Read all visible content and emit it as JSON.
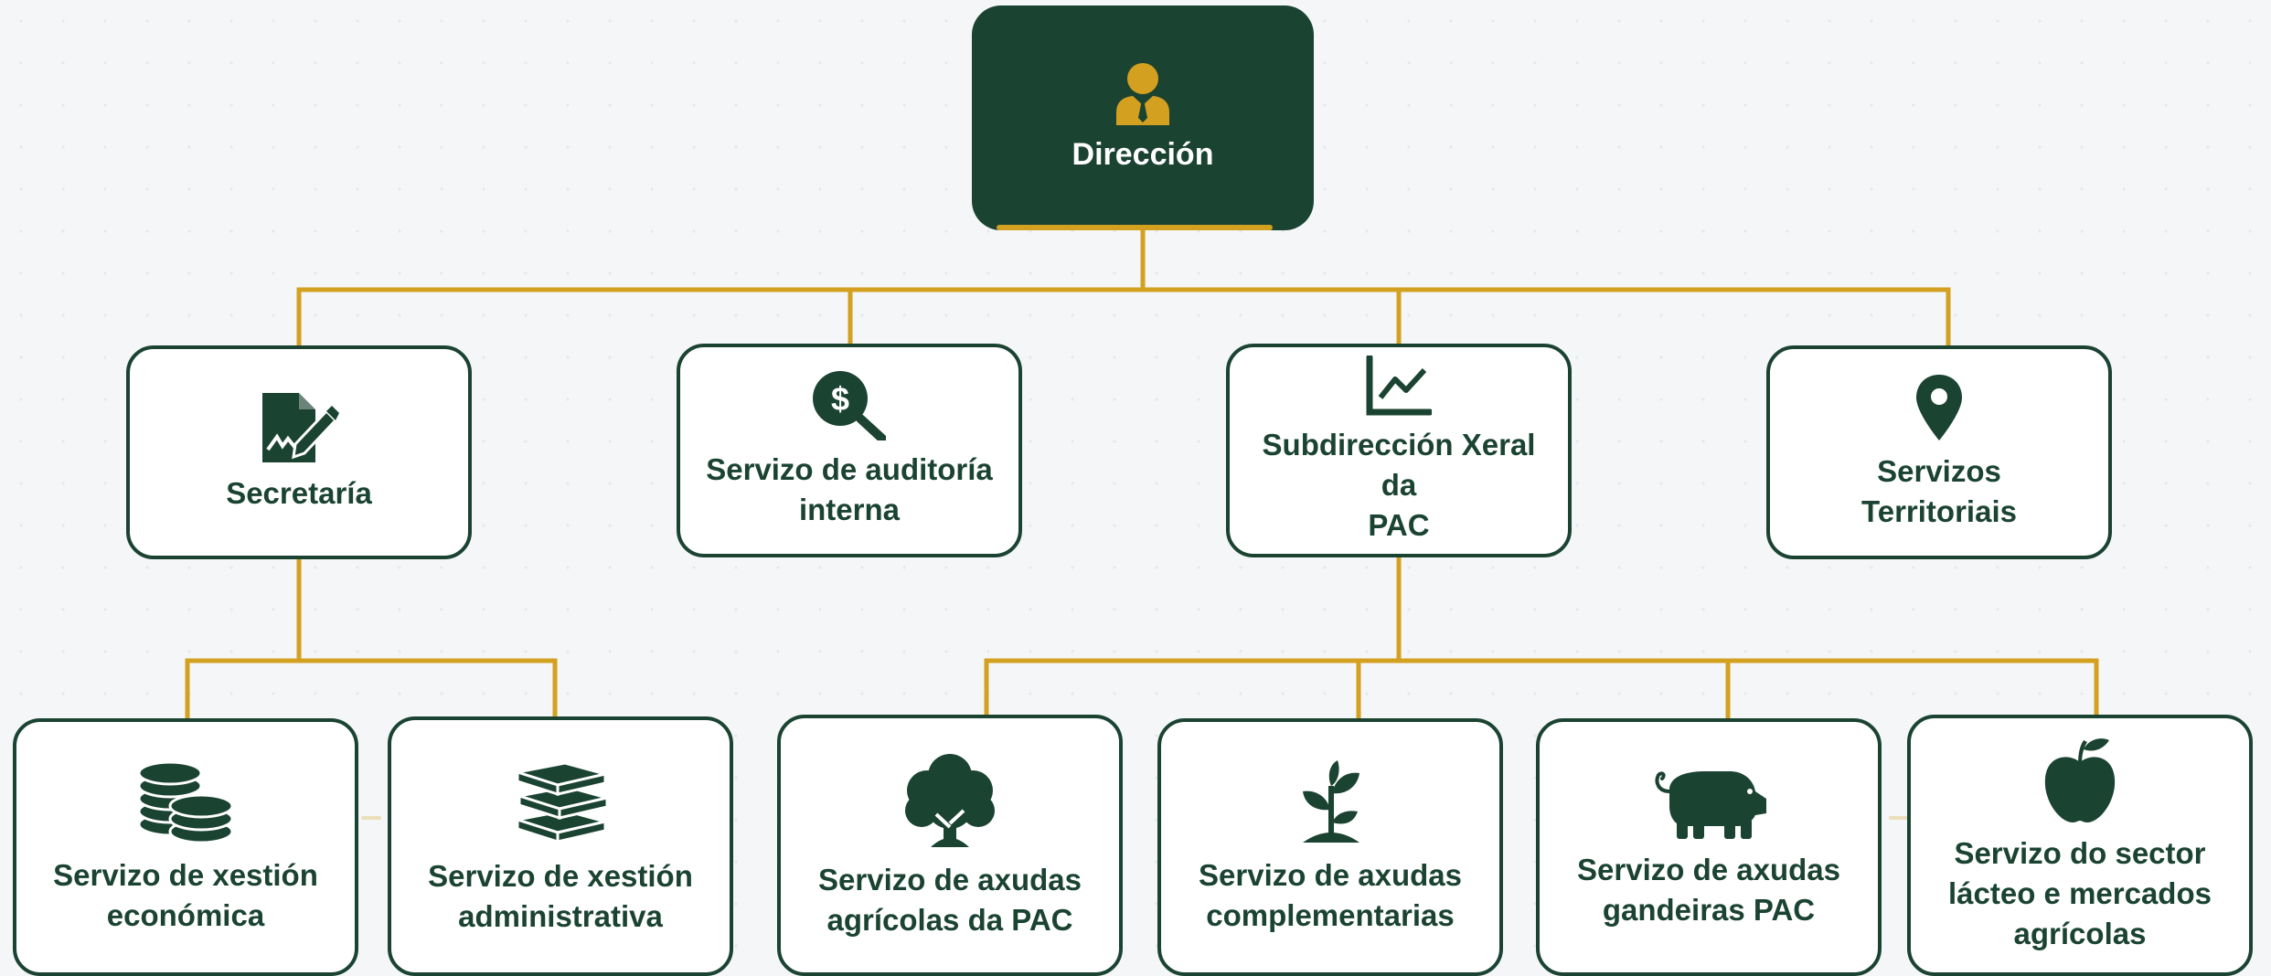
{
  "colors": {
    "background": "#f4f6f8",
    "primary": "#1b4332",
    "connector": "#d4a01f",
    "node_fill": "#ffffff",
    "root_icon": "#d4a01f",
    "root_text": "#ffffff"
  },
  "root": {
    "label": "Dirección",
    "icon": "person-icon"
  },
  "level2": [
    {
      "label": "Secretaría",
      "icon": "document-signature-icon"
    },
    {
      "label": "Servizo de auditoría\ninterna",
      "icon": "dollar-search-icon"
    },
    {
      "label": "Subdirección Xeral da\nPAC",
      "icon": "line-chart-icon"
    },
    {
      "label": "Servizos\nTerritoriais",
      "icon": "map-pin-icon"
    }
  ],
  "level3": [
    {
      "label": "Servizo de xestión\neconómica",
      "icon": "coins-icon",
      "parent": "Secretaría"
    },
    {
      "label": "Servizo de xestión\nadministrativa",
      "icon": "books-icon",
      "parent": "Secretaría"
    },
    {
      "label": "Servizo de axudas\nagrícolas da PAC",
      "icon": "tree-icon",
      "parent": "Subdirección Xeral da PAC"
    },
    {
      "label": "Servizo de axudas\ncomplementarias",
      "icon": "seedling-icon",
      "parent": "Subdirección Xeral da PAC"
    },
    {
      "label": "Servizo de axudas\ngandeiras PAC",
      "icon": "pig-icon",
      "parent": "Subdirección Xeral da PAC"
    },
    {
      "label": "Servizo do sector\nlácteo e mercados\nagrícolas",
      "icon": "apple-icon",
      "parent": "Subdirección Xeral da PAC"
    }
  ]
}
